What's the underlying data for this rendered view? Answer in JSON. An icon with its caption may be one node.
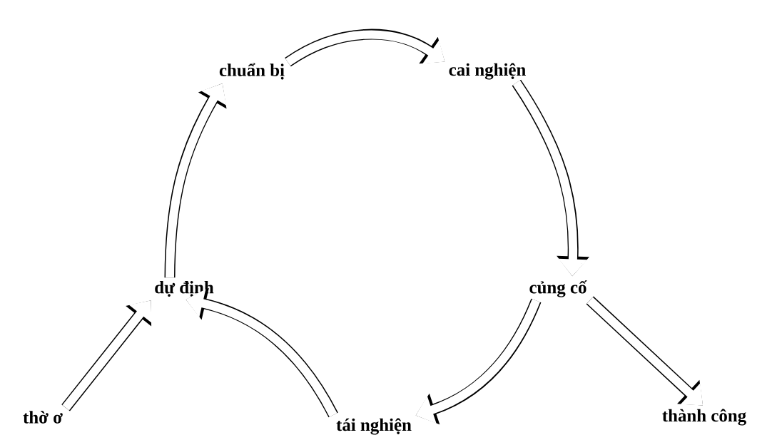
{
  "diagram": {
    "nodes": [
      {
        "text": [
          "thờ ơ"
        ]
      },
      {
        "text": [
          "dự định"
        ]
      },
      {
        "text": [
          "chuẩn bị"
        ]
      },
      {
        "text": [
          "cai nghiện"
        ]
      },
      {
        "text": [
          "củng cố"
        ]
      },
      {
        "text": [
          "tái nghiện"
        ]
      },
      {
        "text": [
          "thành công"
        ]
      }
    ],
    "edges": [
      {
        "from": 0,
        "to": 1,
        "arrow": "to"
      },
      {
        "from": 1,
        "to": 2,
        "arrow": "to"
      },
      {
        "from": 2,
        "to": 3,
        "arrow": "to"
      },
      {
        "from": 3,
        "to": 4,
        "arrow": "to"
      },
      {
        "from": 4,
        "to": 5,
        "arrow": "to"
      },
      {
        "from": 5,
        "to": 1,
        "arrow": "to"
      },
      {
        "from": 4,
        "to": 6,
        "arrow": "to"
      }
    ]
  }
}
